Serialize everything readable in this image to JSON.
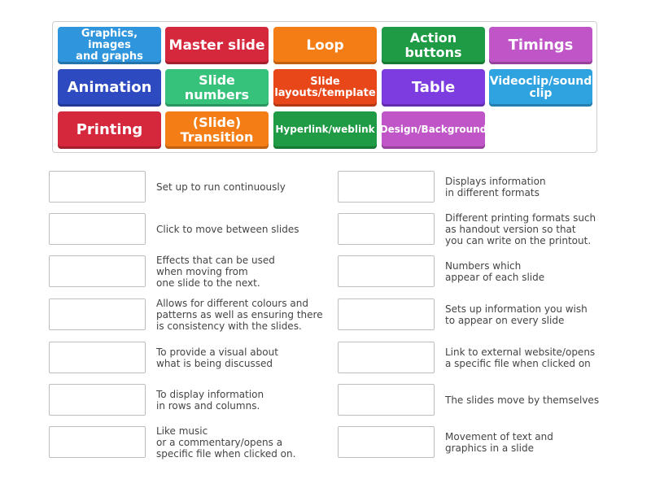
{
  "tiles": [
    {
      "label": "Graphics, images\nand graphs",
      "color": "#2f95dc"
    },
    {
      "label": "Master slide",
      "color": "#d6283c"
    },
    {
      "label": "Loop",
      "color": "#f57d16"
    },
    {
      "label": "Action\nbuttons",
      "color": "#1f9b45"
    },
    {
      "label": "Timings",
      "color": "#c055c8"
    },
    {
      "label": "Animation",
      "color": "#2e4ac0"
    },
    {
      "label": "Slide\nnumbers",
      "color": "#37c27b"
    },
    {
      "label": "Slide\nlayouts/template",
      "color": "#e8471a"
    },
    {
      "label": "Table",
      "color": "#7c3ce0"
    },
    {
      "label": "Videoclip/sound\nclip",
      "color": "#2fa2e0"
    },
    {
      "label": "Printing",
      "color": "#d6283c"
    },
    {
      "label": "(Slide)\nTransition",
      "color": "#f57d16"
    },
    {
      "label": "Hyperlink/weblink",
      "color": "#1f9b45"
    },
    {
      "label": "Design/Background",
      "color": "#c055c8"
    }
  ],
  "clues_left": [
    "Set up to run continuously",
    "Click to move between slides",
    "Effects that can be used\nwhen moving from\none slide to the next.",
    "Allows for different colours and\npatterns as well as ensuring there\nis consistency with the slides.",
    "To provide a visual about\nwhat is being discussed",
    "To display information\nin rows and columns.",
    "Like music\nor a commentary/opens a\nspecific file when clicked on."
  ],
  "clues_right": [
    "Displays information\nin different formats",
    "Different printing formats such\nas handout version so that\nyou can write on the printout.",
    "Numbers which\nappear of each slide",
    "Sets up information you wish\nto appear on every slide",
    "Link to external website/opens\na specific file when clicked on",
    "The slides move by themselves",
    "Movement of text and\ngraphics in a slide"
  ]
}
